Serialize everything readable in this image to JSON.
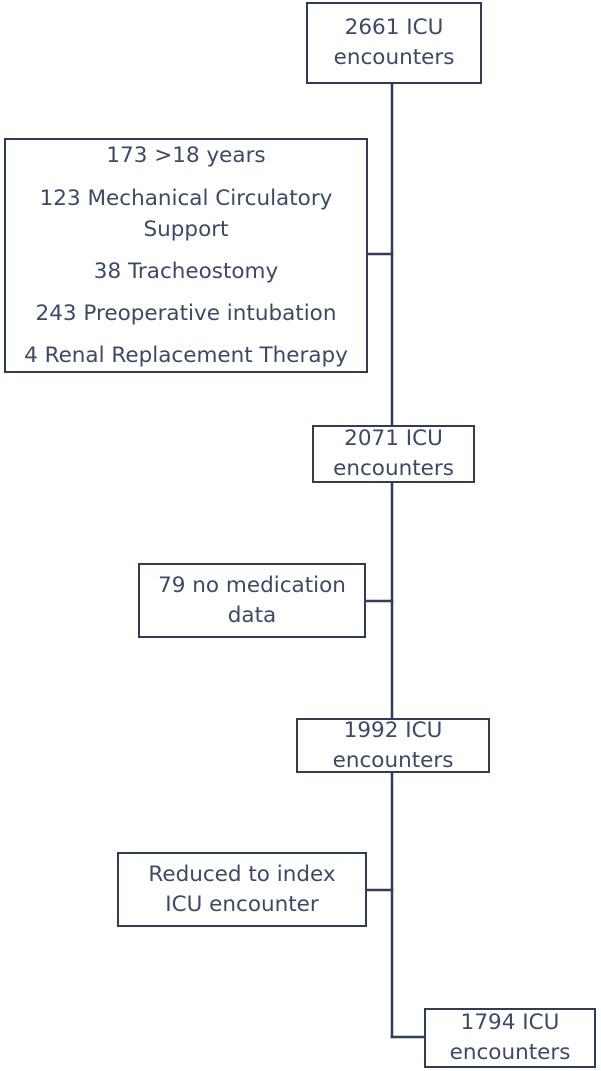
{
  "start": {
    "line1": "2661 ICU",
    "line2": "encounters"
  },
  "exclusions": {
    "items": [
      "173 >18 years",
      "123 Mechanical Circulatory Support",
      "38 Tracheostomy",
      "243 Preoperative intubation",
      "4 Renal Replacement Therapy"
    ]
  },
  "step2": {
    "line1": "2071 ICU",
    "line2": "encounters"
  },
  "medication_exclusion": {
    "line1": "79 no medication",
    "line2": "data"
  },
  "step3": {
    "line1": "1992 ICU",
    "line2": "encounters"
  },
  "index_reduction": {
    "line1": "Reduced to index",
    "line2": "ICU encounter"
  },
  "final": {
    "line1": "1794 ICU",
    "line2": "encounters"
  }
}
